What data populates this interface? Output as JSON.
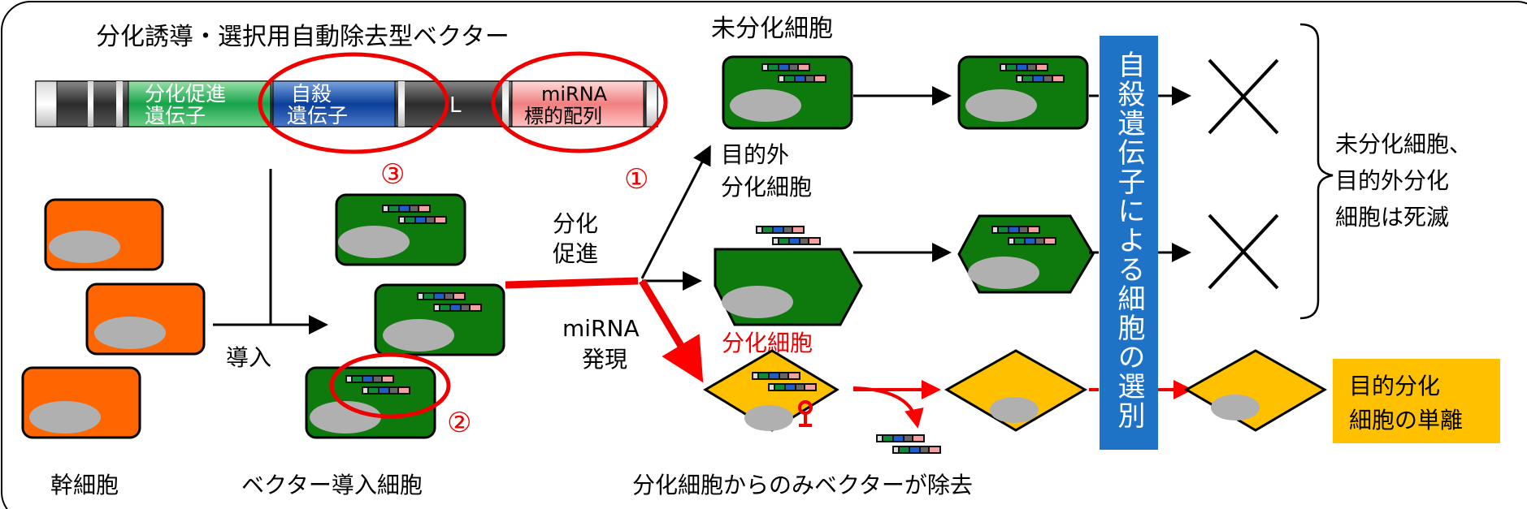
{
  "vector": {
    "title": "分化誘導・選択用自動除去型ベクター",
    "seg_diff_line1": "分化促進",
    "seg_diff_line2": "遺伝子",
    "seg_suicide_line1": "自殺",
    "seg_suicide_line2": "遺伝子",
    "seg_linker": "L",
    "seg_mirna_line1": "miRNA",
    "seg_mirna_line2": "標的配列"
  },
  "markers": {
    "one": "①",
    "two": "②",
    "three": "③"
  },
  "labels": {
    "stem_cell": "幹細胞",
    "introduce": "導入",
    "vector_cells": "ベクター導入細胞",
    "diff_promote_1": "分化",
    "diff_promote_2": "促進",
    "mirna_expr_1": "miRNA",
    "mirna_expr_2": "発現",
    "undiff": "未分化細胞",
    "offtarget_1": "目的外",
    "offtarget_2": "分化細胞",
    "diff_cell": "分化細胞",
    "removal": "分化細胞からのみベクターが除去",
    "selection": "自殺遺伝子による細胞の選別",
    "death_1": "未分化細胞、",
    "death_2": "目的外分化",
    "death_3": "細胞は死滅",
    "result_1": "目的分化",
    "result_2": "細胞の単離"
  },
  "colors": {
    "stem": "#ff6600",
    "green": "#0e7a0e",
    "diamond": "#ffc000",
    "selection_box": "#1f73c6",
    "red": "#ff0000",
    "result_box": "#ffc000"
  }
}
